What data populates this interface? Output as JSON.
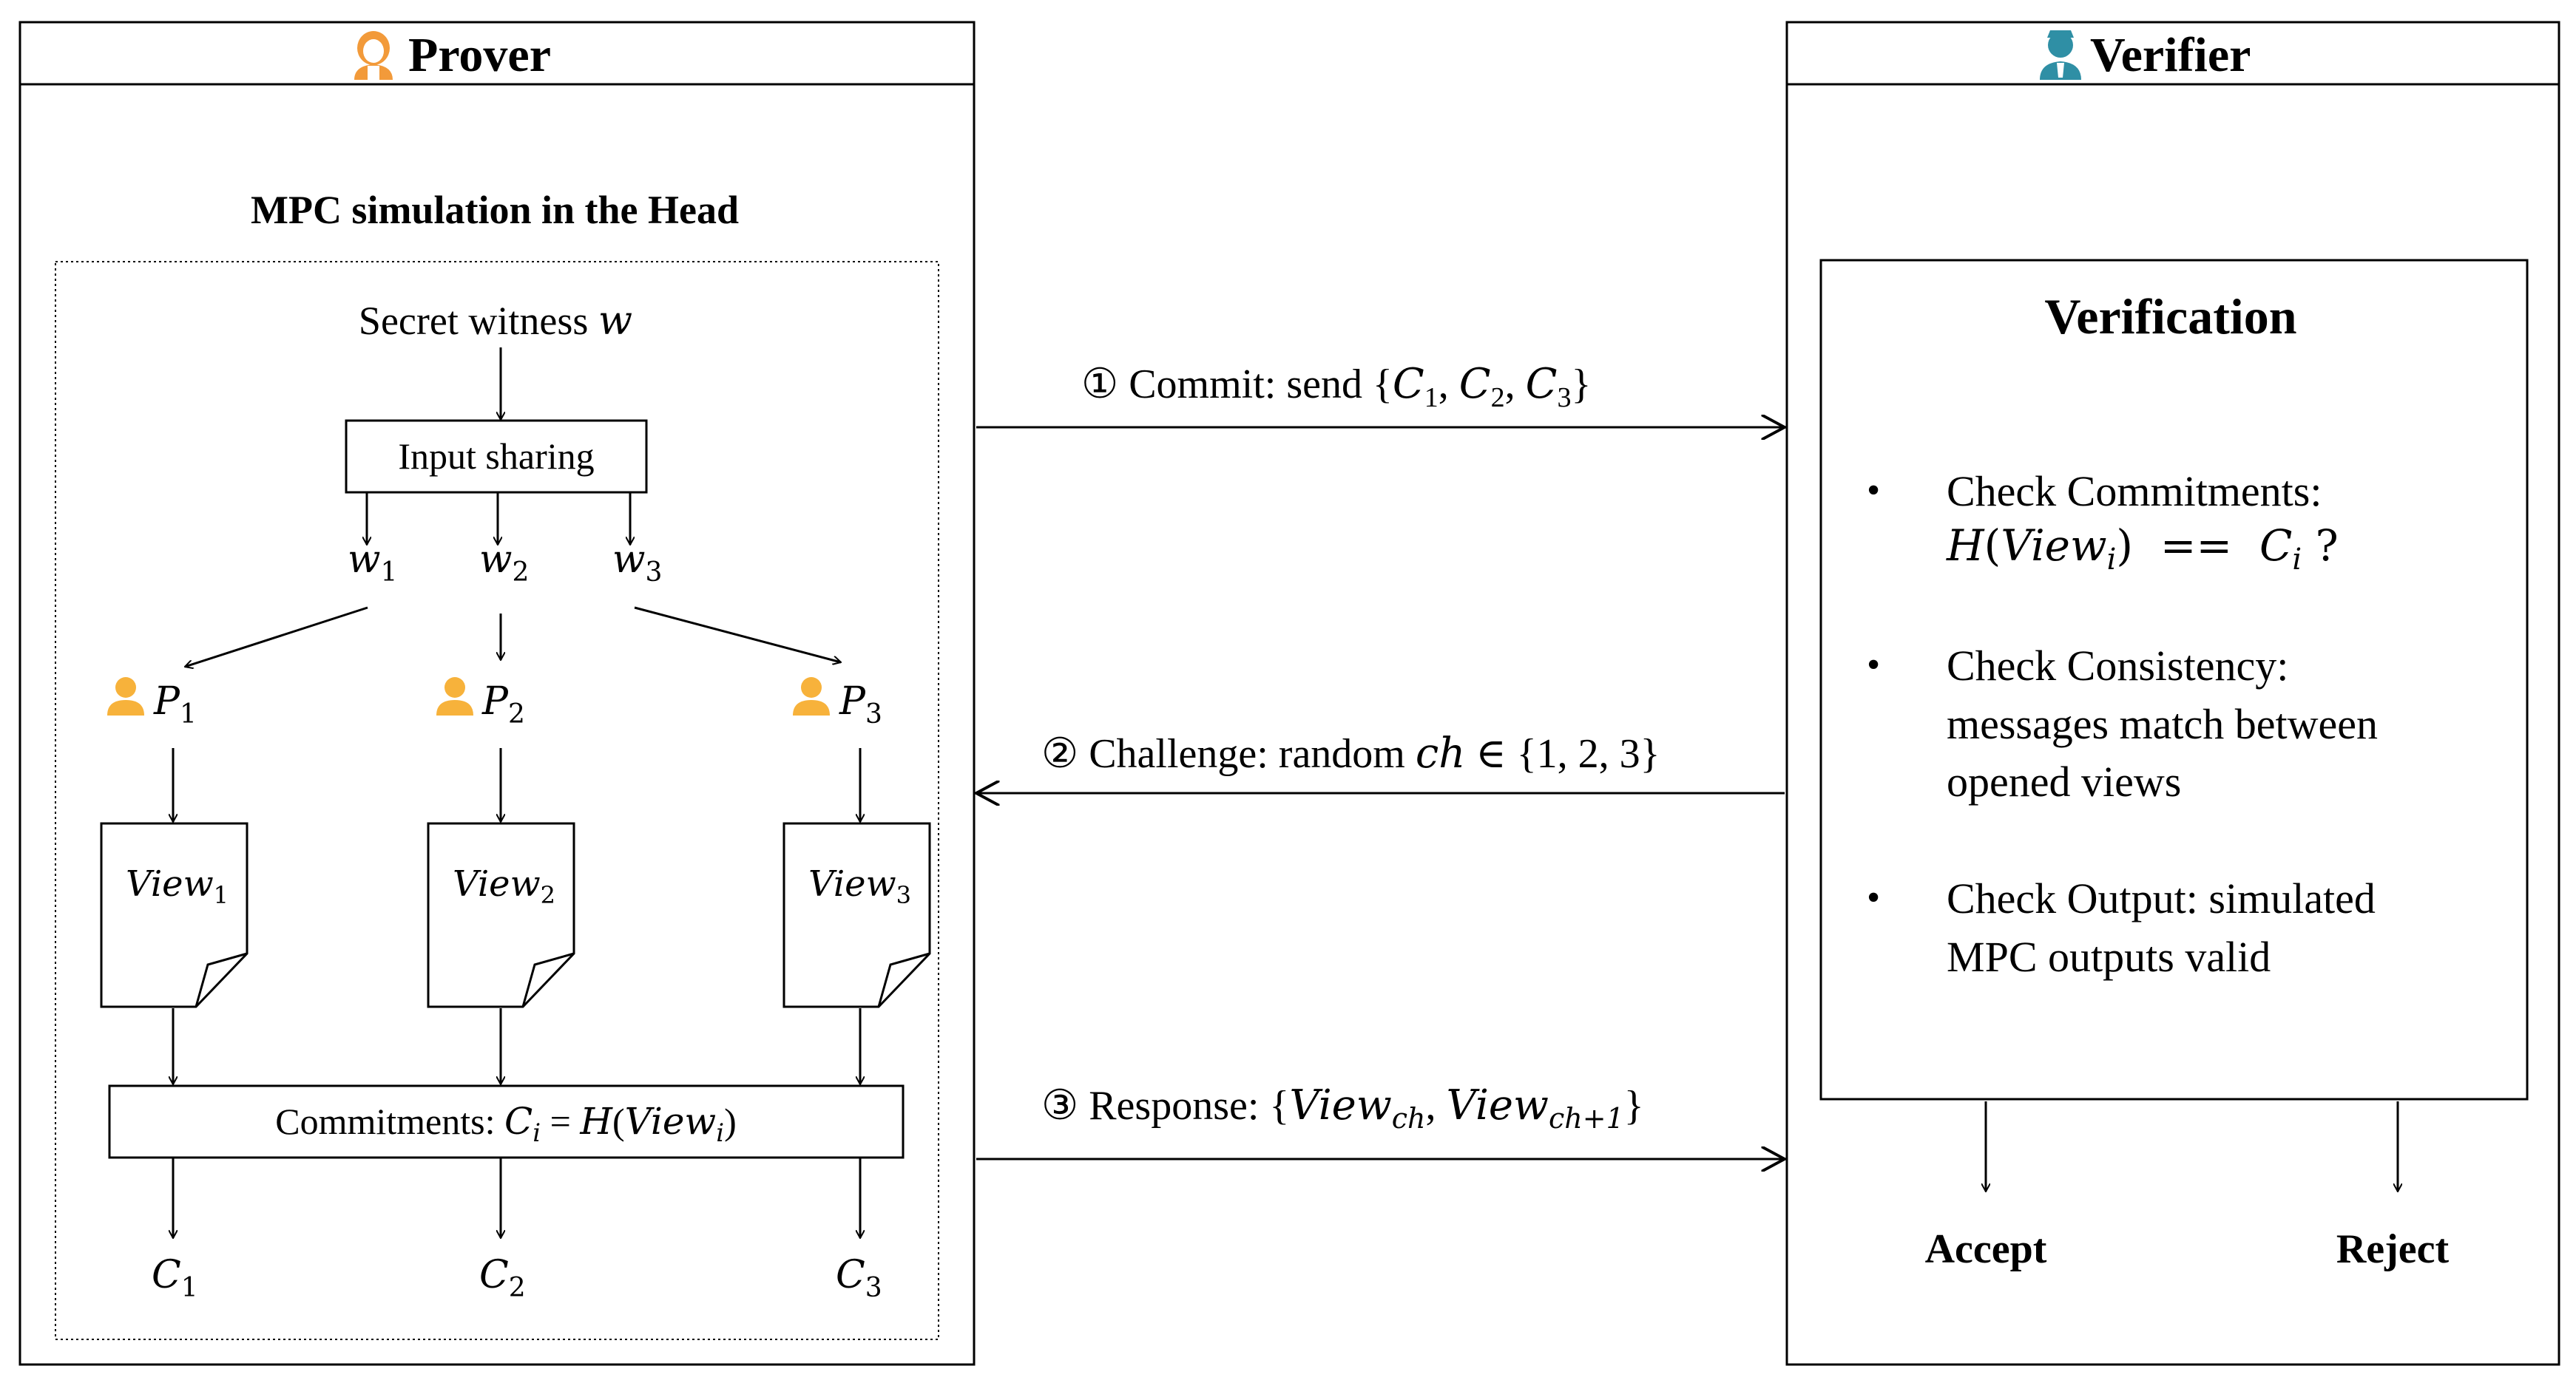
{
  "prover": {
    "title": "Prover",
    "subtitle": "MPC simulation in the Head",
    "secret_witness": {
      "text": "Secret witness ",
      "var": "w"
    },
    "input_sharing": "Input sharing",
    "shares": [
      {
        "base": "w",
        "sub": "1"
      },
      {
        "base": "w",
        "sub": "2"
      },
      {
        "base": "w",
        "sub": "3"
      }
    ],
    "parties": [
      {
        "base": "P",
        "sub": "1"
      },
      {
        "base": "P",
        "sub": "2"
      },
      {
        "base": "P",
        "sub": "3"
      }
    ],
    "views": [
      {
        "base": "View",
        "sub": "1"
      },
      {
        "base": "View",
        "sub": "2"
      },
      {
        "base": "View",
        "sub": "3"
      }
    ],
    "commitments": {
      "label": "Commitments: ",
      "c": "C",
      "c_sub": "i",
      "eq": " = ",
      "h": "H",
      "open": "(",
      "view": "View",
      "view_sub": "i",
      "close": ")"
    },
    "outputs": [
      {
        "base": "C",
        "sub": "1"
      },
      {
        "base": "C",
        "sub": "2"
      },
      {
        "base": "C",
        "sub": "3"
      }
    ]
  },
  "verifier": {
    "title": "Verifier",
    "box_title": "Verification",
    "bullet": "•",
    "check1_line1": "Check Commitments:",
    "check1_math": {
      "h": "H",
      "open": "(",
      "view": "View",
      "sub": "i",
      "close": ")",
      "op": "  ==  ",
      "c": "C",
      "c_sub": "i",
      "q": " ?"
    },
    "check2_lines": [
      "Check Consistency:",
      "messages match between",
      "opened views"
    ],
    "check3_lines": [
      "Check Output: simulated",
      "MPC outputs valid"
    ],
    "accept": "Accept",
    "reject": "Reject"
  },
  "messages": {
    "commit": {
      "num": "①",
      "text": " Commit: send ",
      "lbrace": "{",
      "c": "C",
      "sep": ", ",
      "subs": [
        "1",
        "2",
        "3"
      ],
      "rbrace": "}"
    },
    "challenge": {
      "num": "②",
      "text": " Challenge: random ",
      "ch": "ch",
      "elem": " ∈ ",
      "set": "{1, 2, 3}"
    },
    "response": {
      "num": "③",
      "text": " Response: ",
      "lbrace": "{",
      "view": "View",
      "sub1": "ch",
      "sep": ", ",
      "sub2": "ch+1",
      "rbrace": "}"
    }
  },
  "colors": {
    "prover_icon": "#f29a3a",
    "verifier_icon": "#2f8fa5",
    "party_icon": "#f7b23b",
    "line": "#000000"
  }
}
